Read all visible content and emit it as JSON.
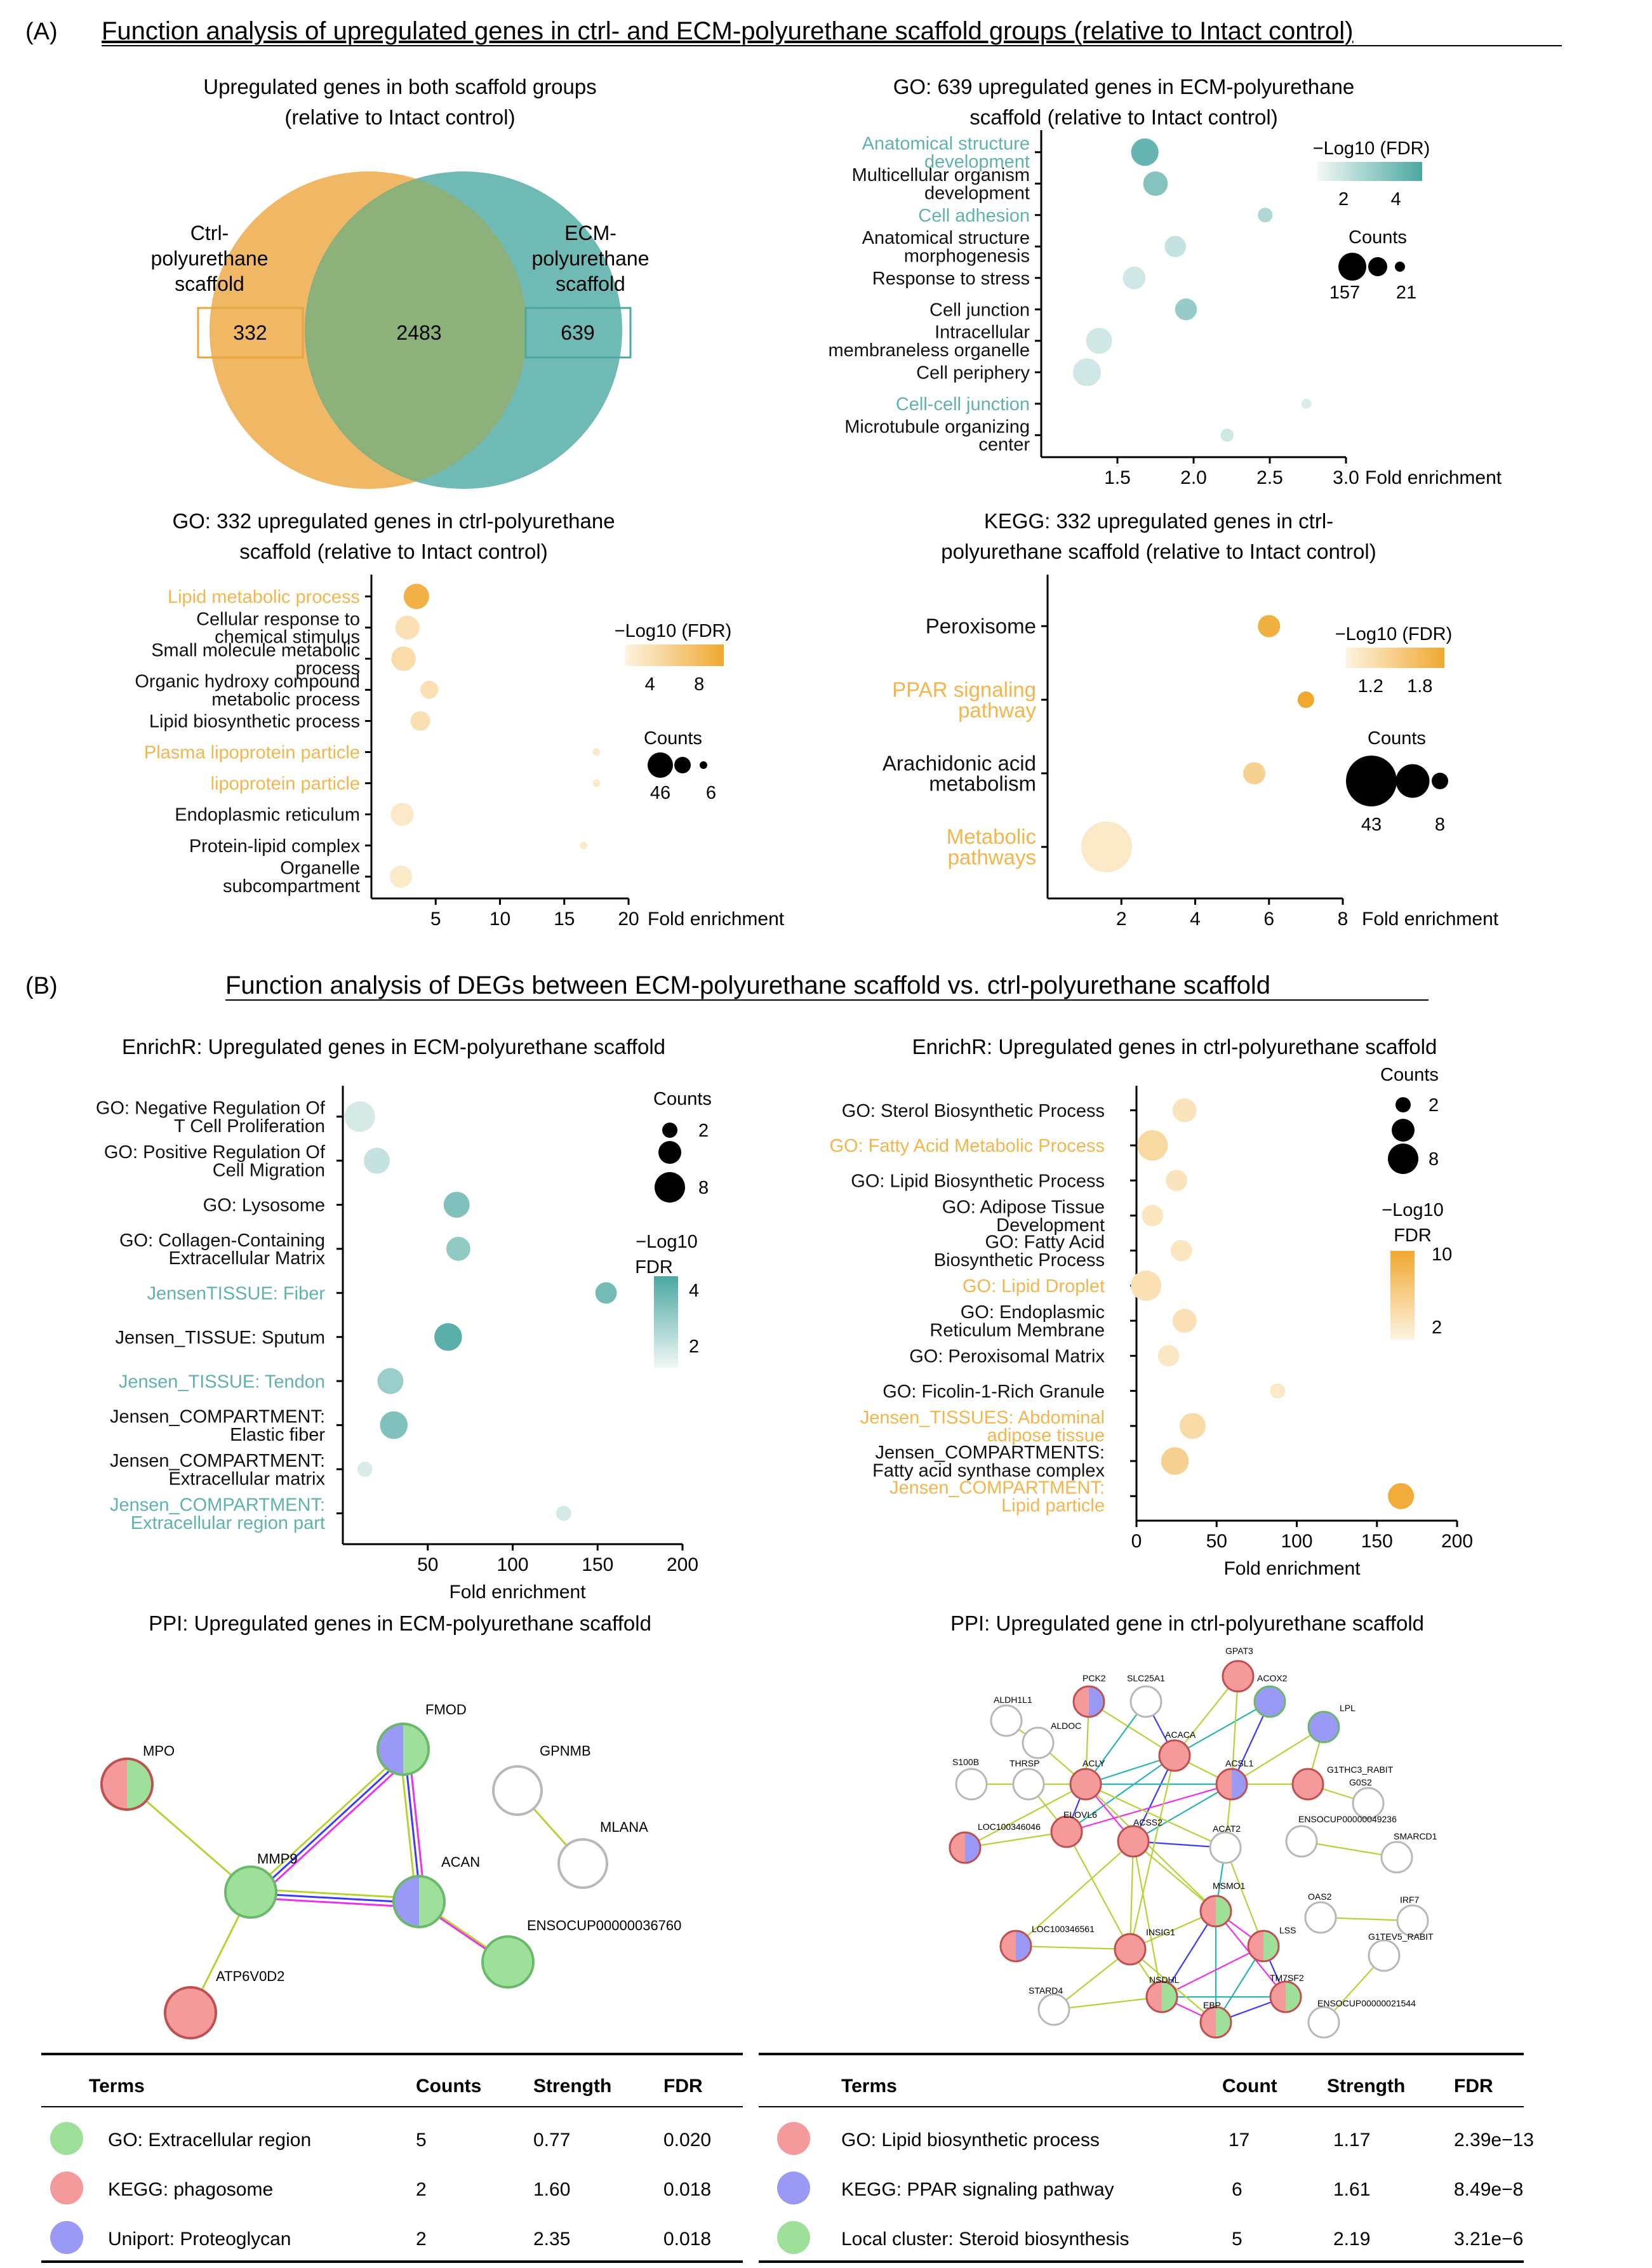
{
  "colors": {
    "teal": "#5fb2ad",
    "orange": "#f3b54c",
    "venn_orange": "#f0b764",
    "venn_teal": "#6fbab5",
    "venn_overlap": "#8cb07a",
    "legend_green": "#9ee09a",
    "legend_red": "#f49a9a",
    "legend_blue": "#9a9af6"
  },
  "panelA": {
    "label": "(A)",
    "title": "Function analysis of upregulated genes in ctrl- and ECM-polyurethane scaffold groups (relative to Intact control)",
    "venn": {
      "title_lines": [
        "Upregulated genes in both scaffold groups",
        "(relative to Intact control)"
      ],
      "left_label_lines": [
        "Ctrl-",
        "polyurethane",
        "scaffold"
      ],
      "right_label_lines": [
        "ECM-",
        "polyurethane",
        "scaffold"
      ],
      "left_only": "332",
      "overlap": "2483",
      "right_only": "639"
    }
  },
  "panelB": {
    "label": "(B)",
    "title": "Function analysis of DEGs between ECM-polyurethane scaffold vs. ctrl-polyurethane scaffold"
  },
  "chart_data": [
    {
      "id": "go639",
      "type": "scatter",
      "title_lines": [
        "GO: 639 upregulated genes in ECM-polyurethane",
        "scaffold (relative to Intact control)"
      ],
      "xlabel": "Fold enrichment",
      "xlim": [
        1.0,
        3.0
      ],
      "xticks": [
        1.5,
        2.0,
        2.5,
        3.0
      ],
      "xtick_labels": [
        "1.5",
        "2.0",
        "2.5",
        "3.0"
      ],
      "palette": "teal",
      "color_title": "−Log10 (FDR)",
      "color_ticks": [
        "2",
        "4"
      ],
      "size_title": "Counts",
      "size_labels": [
        "157",
        "21"
      ],
      "color_range": [
        1,
        5
      ],
      "count_range": [
        21,
        157
      ],
      "categories": [
        {
          "label": [
            "Anatomical structure",
            "development"
          ],
          "hl": true,
          "x": 1.68,
          "count": 150,
          "fdr": 4.3
        },
        {
          "label": [
            "Multicellular organism",
            "development"
          ],
          "hl": false,
          "x": 1.75,
          "count": 110,
          "fdr": 3.6
        },
        {
          "label": [
            "Cell adhesion"
          ],
          "hl": true,
          "x": 2.47,
          "count": 30,
          "fdr": 2.6
        },
        {
          "label": [
            "Anatomical structure",
            "morphogenesis"
          ],
          "hl": false,
          "x": 1.88,
          "count": 75,
          "fdr": 2.1
        },
        {
          "label": [
            "Response to stress"
          ],
          "hl": false,
          "x": 1.61,
          "count": 90,
          "fdr": 1.8
        },
        {
          "label": [
            "Cell junction"
          ],
          "hl": false,
          "x": 1.95,
          "count": 80,
          "fdr": 3.2
        },
        {
          "label": [
            "Intracellular",
            "membraneless organelle"
          ],
          "hl": false,
          "x": 1.38,
          "count": 130,
          "fdr": 1.8
        },
        {
          "label": [
            "Cell periphery"
          ],
          "hl": false,
          "x": 1.3,
          "count": 157,
          "fdr": 1.8
        },
        {
          "label": [
            "Cell-cell junction"
          ],
          "hl": true,
          "x": 2.74,
          "count": 21,
          "fdr": 1.6
        },
        {
          "label": [
            "Microtubule organizing",
            "center"
          ],
          "hl": false,
          "x": 2.22,
          "count": 25,
          "fdr": 1.8
        }
      ]
    },
    {
      "id": "go332",
      "type": "scatter",
      "title_lines": [
        "GO: 332 upregulated genes in ctrl-polyurethane",
        "scaffold (relative to Intact control)"
      ],
      "xlabel": "Fold enrichment",
      "xlim": [
        0,
        20
      ],
      "xticks": [
        5,
        10,
        15,
        20
      ],
      "xtick_labels": [
        "5",
        "10",
        "15",
        "20"
      ],
      "palette": "orange",
      "color_title": "−Log10 (FDR)",
      "color_ticks": [
        "4",
        "8"
      ],
      "size_title": "Counts",
      "size_labels": [
        "46",
        "6"
      ],
      "color_range": [
        2,
        10
      ],
      "count_range": [
        6,
        46
      ],
      "categories": [
        {
          "label": [
            "Lipid metabolic process"
          ],
          "hl": true,
          "x": 3.5,
          "count": 46,
          "fdr": 9.0
        },
        {
          "label": [
            "Cellular response to",
            "chemical stimulus"
          ],
          "hl": false,
          "x": 2.8,
          "count": 40,
          "fdr": 4.0
        },
        {
          "label": [
            "Small molecule metabolic",
            "process"
          ],
          "hl": false,
          "x": 2.5,
          "count": 42,
          "fdr": 4.5
        },
        {
          "label": [
            "Organic hydroxy compound",
            "metabolic process"
          ],
          "hl": false,
          "x": 4.5,
          "count": 20,
          "fdr": 4.0
        },
        {
          "label": [
            "Lipid biosynthetic process"
          ],
          "hl": false,
          "x": 3.8,
          "count": 24,
          "fdr": 4.2
        },
        {
          "label": [
            "Plasma lipoprotein particle"
          ],
          "hl": true,
          "x": 17.5,
          "count": 6,
          "fdr": 3.0
        },
        {
          "label": [
            "lipoprotein particle"
          ],
          "hl": true,
          "x": 17.5,
          "count": 6,
          "fdr": 3.0
        },
        {
          "label": [
            "Endoplasmic reticulum"
          ],
          "hl": false,
          "x": 2.4,
          "count": 36,
          "fdr": 3.2
        },
        {
          "label": [
            "Protein-lipid complex"
          ],
          "hl": false,
          "x": 16.5,
          "count": 6,
          "fdr": 3.0
        },
        {
          "label": [
            "Organelle",
            "subcompartment"
          ],
          "hl": false,
          "x": 2.3,
          "count": 33,
          "fdr": 3.0
        }
      ]
    },
    {
      "id": "kegg332",
      "type": "scatter",
      "title_lines": [
        "KEGG: 332 upregulated genes in ctrl-",
        "polyurethane scaffold (relative to Intact control)"
      ],
      "xlabel": "Fold enrichment",
      "xlim": [
        0,
        8
      ],
      "xticks": [
        2,
        4,
        6,
        8
      ],
      "xtick_labels": [
        "2",
        "4",
        "6",
        "8"
      ],
      "palette": "orange",
      "color_title": "−Log10 (FDR)",
      "color_ticks": [
        "1.2",
        "1.8"
      ],
      "size_title": "Counts",
      "size_labels": [
        "43",
        "8"
      ],
      "color_range": [
        1.0,
        2.0
      ],
      "count_range": [
        8,
        43
      ],
      "categories": [
        {
          "label": [
            "Peroxisome"
          ],
          "hl": false,
          "x": 6.0,
          "count": 9,
          "fdr": 1.9
        },
        {
          "label": [
            "PPAR signaling",
            "pathway"
          ],
          "hl": true,
          "x": 7.0,
          "count": 8,
          "fdr": 2.0
        },
        {
          "label": [
            "Arachidonic acid",
            "metabolism"
          ],
          "hl": false,
          "x": 5.6,
          "count": 9,
          "fdr": 1.45
        },
        {
          "label": [
            "Metabolic",
            "pathways"
          ],
          "hl": true,
          "x": 1.6,
          "count": 43,
          "fdr": 1.15
        }
      ]
    },
    {
      "id": "enrichr_ecm",
      "type": "scatter",
      "title_lines": [
        "EnrichR: Upregulated genes in ECM-polyurethane scaffold"
      ],
      "xlabel": "Fold enrichment",
      "xlim": [
        0,
        200
      ],
      "xticks": [
        50,
        100,
        150,
        200
      ],
      "xtick_labels": [
        "50",
        "100",
        "150",
        "200"
      ],
      "palette": "teal",
      "color_title": "−Log10",
      "color_title2": "FDR",
      "color_ticks": [
        "4",
        "2"
      ],
      "size_title": "Counts",
      "size_labels": [
        "2",
        "8"
      ],
      "color_range": [
        1,
        5
      ],
      "count_range": [
        2,
        8
      ],
      "categories": [
        {
          "label": [
            "GO: Negative Regulation Of",
            "T Cell Proliferation"
          ],
          "hl": false,
          "x": 10,
          "count": 8,
          "fdr": 1.7
        },
        {
          "label": [
            "GO: Positive Regulation Of",
            "Cell Migration"
          ],
          "hl": false,
          "x": 20,
          "count": 5,
          "fdr": 2.1
        },
        {
          "label": [
            "GO: Lysosome"
          ],
          "hl": false,
          "x": 67,
          "count": 5,
          "fdr": 3.7
        },
        {
          "label": [
            "GO: Collagen-Containing",
            "Extracellular Matrix"
          ],
          "hl": false,
          "x": 68,
          "count": 4,
          "fdr": 3.3
        },
        {
          "label": [
            "JensenTISSUE: Fiber"
          ],
          "hl": true,
          "x": 155,
          "count": 3,
          "fdr": 4.0
        },
        {
          "label": [
            "Jensen_TISSUE: Sputum"
          ],
          "hl": false,
          "x": 62,
          "count": 6,
          "fdr": 4.6
        },
        {
          "label": [
            "Jensen_TISSUE: Tendon"
          ],
          "hl": true,
          "x": 28,
          "count": 5,
          "fdr": 3.1
        },
        {
          "label": [
            "Jensen_COMPARTMENT:",
            "Elastic fiber"
          ],
          "hl": false,
          "x": 30,
          "count": 6,
          "fdr": 3.7
        },
        {
          "label": [
            "Jensen_COMPARTMENT:",
            "Extracellular matrix"
          ],
          "hl": false,
          "x": 13,
          "count": 2,
          "fdr": 1.6
        },
        {
          "label": [
            "Jensen_COMPARTMENT:",
            "Extracellular region part"
          ],
          "hl": true,
          "x": 130,
          "count": 2,
          "fdr": 1.7
        }
      ]
    },
    {
      "id": "enrichr_ctrl",
      "type": "scatter",
      "title_lines": [
        "EnrichR: Upregulated genes in ctrl-polyurethane scaffold"
      ],
      "xlabel": "Fold enrichment",
      "xlim": [
        0,
        200
      ],
      "xticks": [
        0,
        50,
        100,
        150,
        200
      ],
      "xtick_labels": [
        "0",
        "50",
        "100",
        "150",
        "200"
      ],
      "palette": "orange",
      "color_title": "−Log10",
      "color_title2": "FDR",
      "color_ticks": [
        "10",
        "2"
      ],
      "size_title": "Counts",
      "size_labels": [
        "2",
        "8"
      ],
      "color_range": [
        1,
        11
      ],
      "count_range": [
        2,
        8
      ],
      "categories": [
        {
          "label": [
            "GO: Sterol Biosynthetic Process"
          ],
          "hl": false,
          "x": 30,
          "count": 4,
          "fdr": 3.0
        },
        {
          "label": [
            "GO: Fatty Acid Metabolic Process"
          ],
          "hl": true,
          "x": 10,
          "count": 8,
          "fdr": 4.5
        },
        {
          "label": [
            "GO: Lipid Biosynthetic Process"
          ],
          "hl": false,
          "x": 25,
          "count": 3,
          "fdr": 3.0
        },
        {
          "label": [
            "GO: Adipose Tissue",
            "Development"
          ],
          "hl": false,
          "x": 10,
          "count": 3,
          "fdr": 2.8
        },
        {
          "label": [
            "GO: Fatty Acid",
            "Biosynthetic Process"
          ],
          "hl": false,
          "x": 28,
          "count": 3,
          "fdr": 2.8
        },
        {
          "label": [
            "GO: Lipid Droplet"
          ],
          "hl": true,
          "x": 6,
          "count": 8,
          "fdr": 3.6
        },
        {
          "label": [
            "GO: Endoplasmic",
            "Reticulum Membrane"
          ],
          "hl": false,
          "x": 30,
          "count": 4,
          "fdr": 3.5
        },
        {
          "label": [
            "GO: Peroxisomal Matrix"
          ],
          "hl": false,
          "x": 20,
          "count": 3,
          "fdr": 2.6
        },
        {
          "label": [
            "GO: Ficolin-1-Rich Granule"
          ],
          "hl": false,
          "x": 88,
          "count": 2,
          "fdr": 2.5
        },
        {
          "label": [
            "Jensen_TISSUES: Abdominal",
            "adipose tissue"
          ],
          "hl": true,
          "x": 35,
          "count": 5,
          "fdr": 4.2
        },
        {
          "label": [
            "Jensen_COMPARTMENTS:",
            "Fatty acid synthase complex"
          ],
          "hl": false,
          "x": 24,
          "count": 6,
          "fdr": 5.5
        },
        {
          "label": [
            "Jensen_COMPARTMENT:",
            "Lipid particle"
          ],
          "hl": true,
          "x": 165,
          "count": 5,
          "fdr": 10.5
        }
      ]
    }
  ],
  "ppi_ecm": {
    "title": "PPI: Upregulated genes in ECM-polyurethane scaffold",
    "nodes": [
      "MPO",
      "FMOD",
      "GPNMB",
      "MLANA",
      "MMP9",
      "ACAN",
      "ENSOCUP00000036760",
      "ATP6V0D2"
    ]
  },
  "ppi_ctrl": {
    "title": "PPI: Upregulated gene in ctrl-polyurethane scaffold",
    "nodes": [
      "GPAT3",
      "PCK2",
      "SLC25A1",
      "ACOX2",
      "ALDH1L1",
      "ALDOC",
      "LPL",
      "ACACA",
      "S100B",
      "THRSP",
      "ACLY",
      "ACSL1",
      "G1THC3_RABIT",
      "G0S2",
      "LOC100346046",
      "ELOVL6",
      "ACSS2",
      "ACAT2",
      "ENSOCUP00000049236",
      "SMARCD1",
      "MSMO1",
      "LOC100346561",
      "INSIG1",
      "LSS",
      "OAS2",
      "IRF7",
      "TM7SF2",
      "G1TEV5_RABIT",
      "NSDHL",
      "STARD4",
      "EBP",
      "ENSOCUP00000021544"
    ]
  },
  "table_left": {
    "headers": [
      "Terms",
      "Counts",
      "Strength",
      "FDR"
    ],
    "rows": [
      {
        "swatch": "green",
        "term": "GO: Extracellular region",
        "count": "5",
        "strength": "0.77",
        "fdr": "0.020"
      },
      {
        "swatch": "red",
        "term": "KEGG: phagosome",
        "count": "2",
        "strength": "1.60",
        "fdr": "0.018"
      },
      {
        "swatch": "blue",
        "term": "Uniport: Proteoglycan",
        "count": "2",
        "strength": "2.35",
        "fdr": "0.018"
      }
    ]
  },
  "table_right": {
    "headers": [
      "Terms",
      "Count",
      "Strength",
      "FDR"
    ],
    "rows": [
      {
        "swatch": "red",
        "term": "GO: Lipid biosynthetic process",
        "count": "17",
        "strength": "1.17",
        "fdr": "2.39e−13"
      },
      {
        "swatch": "blue",
        "term": "KEGG: PPAR signaling pathway",
        "count": "6",
        "strength": "1.61",
        "fdr": "8.49e−8"
      },
      {
        "swatch": "green",
        "term": "Local cluster: Steroid biosynthesis",
        "count": "5",
        "strength": "2.19",
        "fdr": "3.21e−6"
      }
    ]
  }
}
